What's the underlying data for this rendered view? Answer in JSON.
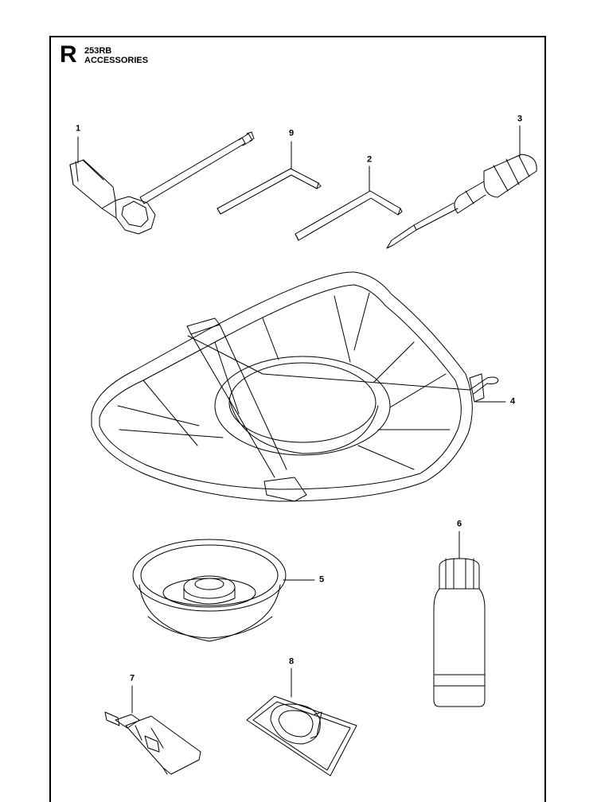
{
  "header": {
    "section_letter": "R",
    "model": "253RB",
    "title": "ACCESSORIES"
  },
  "callouts": {
    "c1": "1",
    "c2": "2",
    "c3": "3",
    "c4": "4",
    "c5": "5",
    "c6": "6",
    "c7": "7",
    "c8": "8",
    "c9": "9"
  },
  "colors": {
    "line": "#000000",
    "background": "#ffffff"
  }
}
